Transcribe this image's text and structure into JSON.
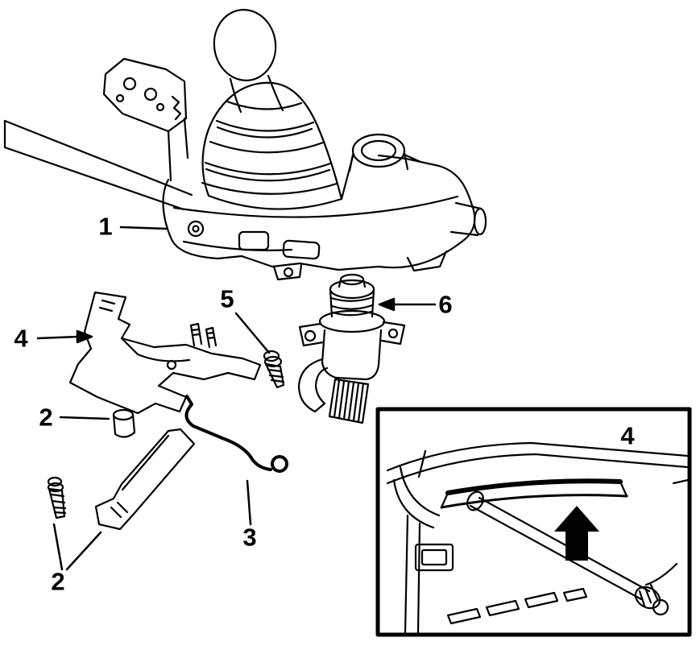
{
  "colors": {
    "line": "#000000",
    "background": "#ffffff",
    "arrow_fill": "#000000",
    "inset_border": "#000000"
  },
  "callouts": {
    "part1": "1",
    "part2_upper": "2",
    "part2_lower": "2",
    "part3": "3",
    "part4": "4",
    "part4_inset": "4",
    "part5": "5",
    "part6": "6"
  }
}
